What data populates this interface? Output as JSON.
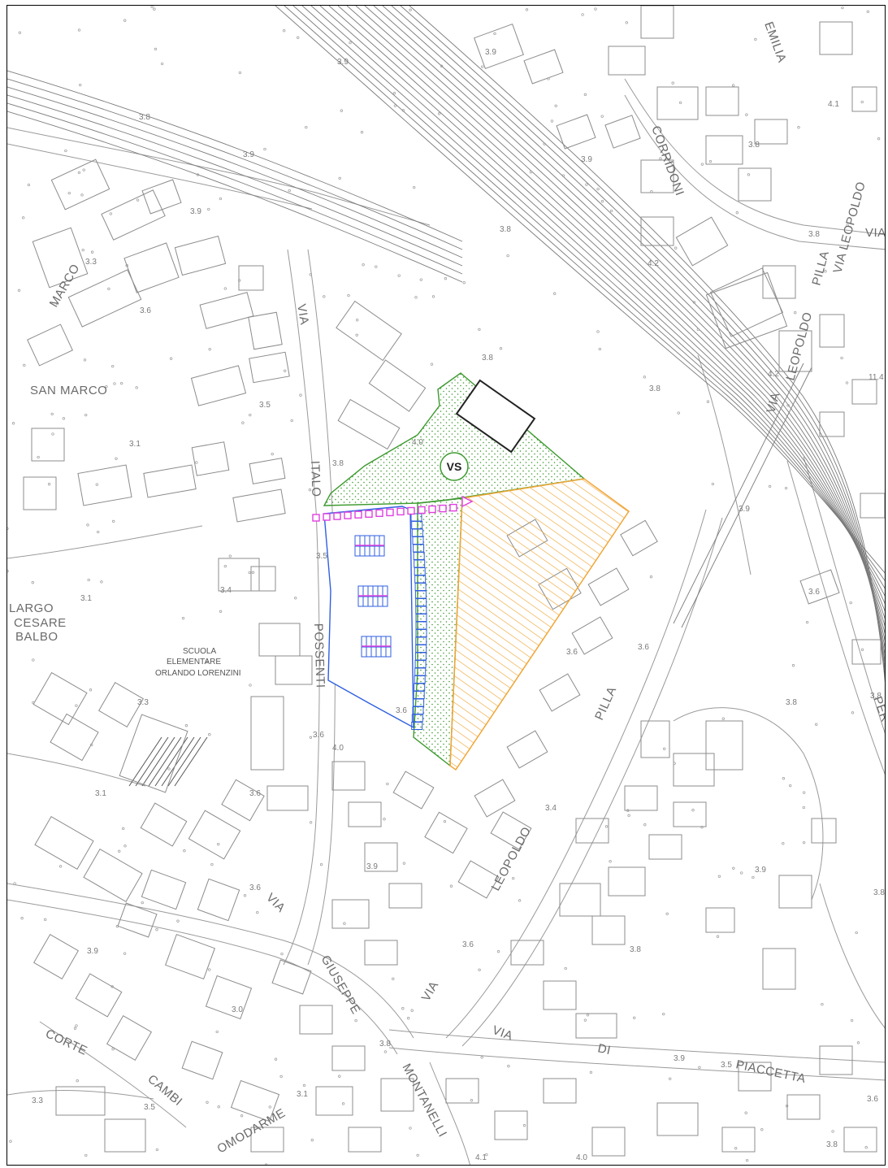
{
  "map": {
    "symbol_vs": "VS",
    "streets": [
      {
        "id": "san-marco",
        "text": "SAN MARCO"
      },
      {
        "id": "marco",
        "text": "MARCO"
      },
      {
        "id": "via-nw",
        "text": "VIA"
      },
      {
        "id": "italo",
        "text": "ITALO"
      },
      {
        "id": "possenti",
        "text": "POSSENTI"
      },
      {
        "id": "via-giuseppe-via",
        "text": "VIA"
      },
      {
        "id": "giuseppe",
        "text": "GIUSEPPE"
      },
      {
        "id": "montanelli",
        "text": "MONTANELLI"
      },
      {
        "id": "via-leopoldo-s",
        "text": "VIA"
      },
      {
        "id": "leopoldo-s",
        "text": "LEOPOLDO"
      },
      {
        "id": "pilla-s",
        "text": "PILLA"
      },
      {
        "id": "via-leopoldo-n",
        "text": "VIA"
      },
      {
        "id": "leopoldo-n",
        "text": "LEOPOLDO"
      },
      {
        "id": "pilla-n",
        "text": "PILLA"
      },
      {
        "id": "via-leopoldo-ne",
        "text": "VIA LEOPOLDO"
      },
      {
        "id": "corridoni",
        "text": "CORRIDONI"
      },
      {
        "id": "emilia",
        "text": "EMILIA"
      },
      {
        "id": "via-di",
        "text": "VIA"
      },
      {
        "id": "di",
        "text": "DI"
      },
      {
        "id": "piaccetta",
        "text": "PIACCETTA"
      },
      {
        "id": "corte",
        "text": "CORTE"
      },
      {
        "id": "cambi",
        "text": "CAMBI"
      },
      {
        "id": "omodarme",
        "text": "OMODARME"
      },
      {
        "id": "via-ne-corner",
        "text": "VIA"
      },
      {
        "id": "perg",
        "text": "PER"
      }
    ],
    "labels": {
      "largo": "LARGO",
      "cesare": "CESARE",
      "balbo": "BALBO",
      "scuola": "SCUOLA",
      "elementare": "ELEMENTARE",
      "orlando": "ORLANDO  LORENZINI"
    },
    "elevations": [
      "3.9",
      "3.9",
      "3.8",
      "3.9",
      "3.9",
      "3.9",
      "3.3",
      "3.6",
      "3.8",
      "3.5",
      "3.1",
      "3.5",
      "3.4",
      "3.1",
      "3.3",
      "3.1",
      "3.6",
      "3.6",
      "3.8",
      "3.6",
      "3.6",
      "3.6",
      "4.0",
      "4.0",
      "3.8",
      "3.8",
      "4.2",
      "4.2",
      "4.1",
      "3.8",
      "3.8",
      "11.4",
      "3.9",
      "3.6",
      "3.6",
      "3.8",
      "3.4",
      "3.9",
      "3.6",
      "3.8",
      "3.9",
      "3.8",
      "3.8",
      "3.9",
      "3.5",
      "3.0",
      "3.3",
      "3.5",
      "3.1",
      "3.9",
      "4.1",
      "4.0",
      "3.8",
      "3.6",
      "3.8"
    ],
    "colors": {
      "green_area": "#3c9a2e",
      "green_fill": "#eaf5e3",
      "orange_area": "#f0a637",
      "blue_parking": "#2f5fe0",
      "magenta_path": "#e040e0",
      "building_line": "#8c8c8c"
    }
  }
}
